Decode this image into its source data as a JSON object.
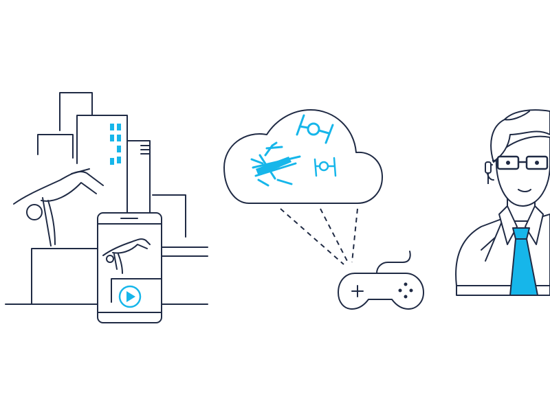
{
  "colors": {
    "stroke": "#1f2a44",
    "accent": "#16b6ea",
    "background": "#ffffff"
  },
  "scenes": [
    {
      "name": "city-parkour-with-phone-video",
      "icons": [
        "building-icon",
        "person-jumping-icon",
        "smartphone-icon",
        "play-icon"
      ]
    },
    {
      "name": "cloud-gaming",
      "icons": [
        "cloud-icon",
        "spaceship-icon",
        "tie-fighter-icon",
        "gamepad-icon"
      ]
    },
    {
      "name": "support-agent",
      "icons": [
        "man-with-headset-icon",
        "glasses-icon",
        "necktie-icon"
      ]
    }
  ]
}
